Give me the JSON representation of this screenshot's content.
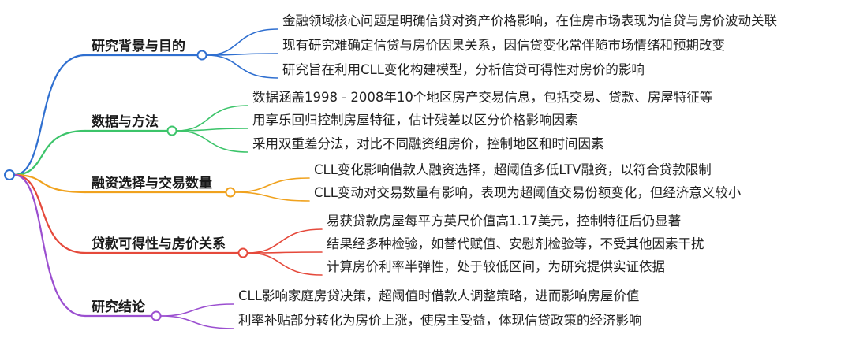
{
  "mindmap": {
    "branches": [
      {
        "label": "研究背景与目的",
        "color": "#2f6fd0",
        "leaves": [
          "金融领域核心问题是明确信贷对资产价格影响，在住房市场表现为信贷与房价波动关联",
          "现有研究难确定信贷与房价因果关系，因信贷变化常伴随市场情绪和预期改变",
          "研究旨在利用CLL变化构建模型，分析信贷可得性对房价的影响"
        ]
      },
      {
        "label": "数据与方法",
        "color": "#3cc46a",
        "leaves": [
          "数据涵盖1998 - 2008年10个地区房产交易信息，包括交易、贷款、房屋特征等",
          "用享乐回归控制房屋特征，估计残差以区分价格影响因素",
          "采用双重差分法，对比不同融资组房价，控制地区和时间因素"
        ]
      },
      {
        "label": "融资选择与交易数量",
        "color": "#f0a21e",
        "leaves": [
          "CLL变化影响借款人融资选择，超阈值多低LTV融资，以符合贷款限制",
          "CLL变动对交易数量有影响，表现为超阈值交易份额变化，但经济意义较小"
        ]
      },
      {
        "label": "贷款可得性与房价关系",
        "color": "#e5493b",
        "leaves": [
          "易获贷款房屋每平方英尺价值高1.17美元，控制特征后仍显著",
          "结果经多种检验，如替代赋值、安慰剂检验等，不受其他因素干扰",
          "计算房价利率半弹性，处于较低区间，为研究提供实证依据"
        ]
      },
      {
        "label": "研究结论",
        "color": "#9b4fd0",
        "leaves": [
          "CLL影响家庭房贷决策，超阈值时借款人调整策略，进而影响房屋价值",
          "利率补贴部分转化为房价上涨，使房主受益，体现信贷政策的经济影响"
        ]
      }
    ]
  }
}
